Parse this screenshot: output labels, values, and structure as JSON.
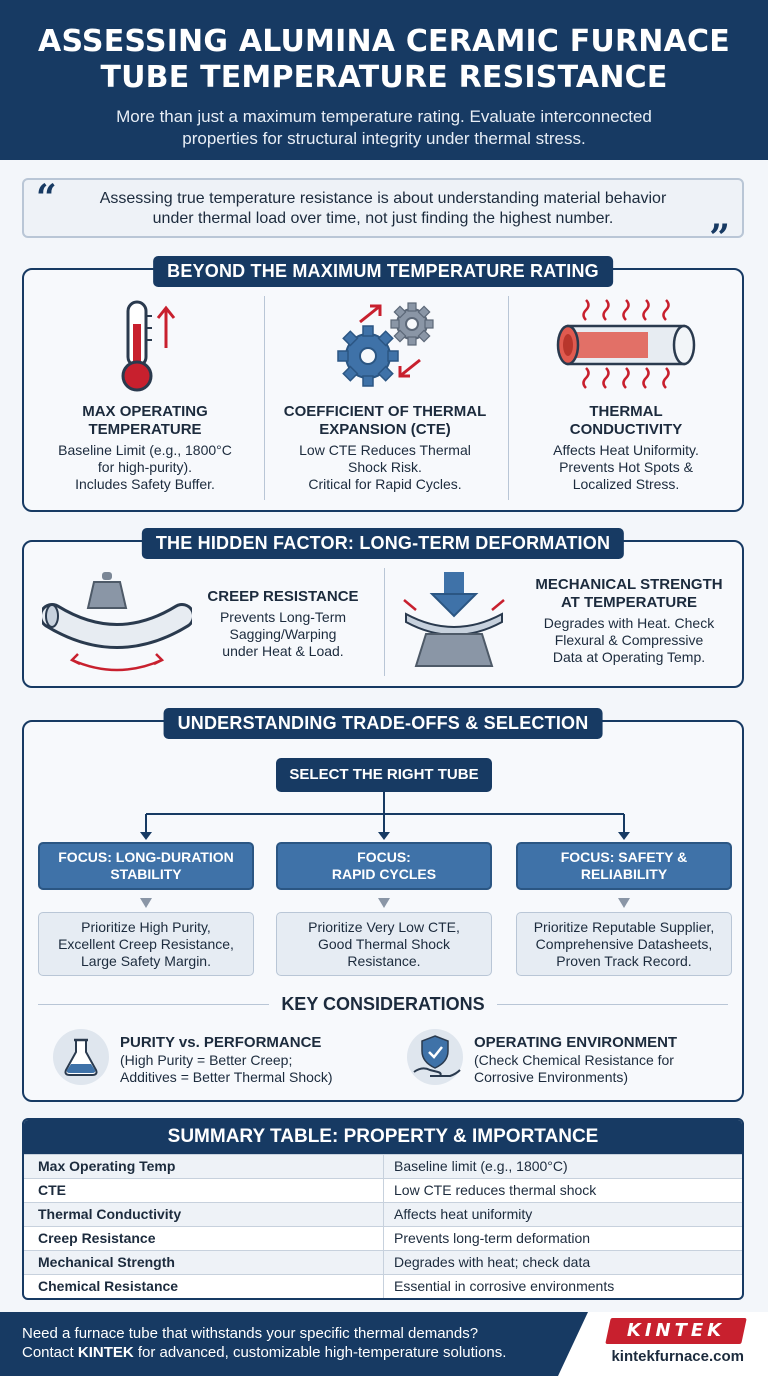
{
  "header": {
    "title_line1": "ASSESSING ALUMINA CERAMIC FURNACE",
    "title_line2": "TUBE TEMPERATURE RESISTANCE",
    "subtitle_line1": "More than just a maximum temperature rating. Evaluate interconnected",
    "subtitle_line2": "properties for structural integrity under thermal stress."
  },
  "quote": {
    "line1": "Assessing true temperature resistance is about understanding material behavior",
    "line2": "under thermal load over time, not just finding the highest number."
  },
  "beyond": {
    "heading": "BEYOND THE MAXIMUM TEMPERATURE RATING",
    "items": [
      {
        "title1": "MAX OPERATING",
        "title2": "TEMPERATURE",
        "l1": "Baseline Limit (e.g., 1800°C",
        "l2": "for high-purity).",
        "l3": "Includes Safety Buffer.",
        "icon": "thermometer-icon"
      },
      {
        "title1": "COEFFICIENT OF THERMAL",
        "title2": "EXPANSION (CTE)",
        "l1": "Low CTE Reduces Thermal",
        "l2": "Shock Risk.",
        "l3": "Critical for Rapid Cycles.",
        "icon": "gears-icon"
      },
      {
        "title1": "THERMAL",
        "title2": "CONDUCTIVITY",
        "l1": "Affects Heat Uniformity.",
        "l2": "Prevents Hot Spots &",
        "l3": "Localized Stress.",
        "icon": "heated-tube-icon"
      }
    ]
  },
  "hidden": {
    "heading": "THE HIDDEN FACTOR: LONG-TERM DEFORMATION",
    "creep": {
      "title": "CREEP RESISTANCE",
      "l1": "Prevents Long-Term",
      "l2": "Sagging/Warping",
      "l3": "under Heat & Load."
    },
    "strength": {
      "title1": "MECHANICAL STRENGTH",
      "title2": "AT TEMPERATURE",
      "l1": "Degrades with Heat. Check",
      "l2": "Flexural & Compressive",
      "l3": "Data at Operating Temp."
    }
  },
  "tradeoffs": {
    "heading": "UNDERSTANDING TRADE-OFFS & SELECTION",
    "select": "SELECT THE RIGHT TUBE",
    "focus": [
      {
        "t1": "FOCUS: LONG-DURATION",
        "t2": "STABILITY",
        "d1": "Prioritize High Purity,",
        "d2": "Excellent Creep Resistance,",
        "d3": "Large Safety Margin."
      },
      {
        "t1": "FOCUS:",
        "t2": "RAPID CYCLES",
        "d1": "Prioritize Very Low CTE,",
        "d2": "Good Thermal Shock",
        "d3": "Resistance."
      },
      {
        "t1": "FOCUS: SAFETY &",
        "t2": "RELIABILITY",
        "d1": "Prioritize Reputable Supplier,",
        "d2": "Comprehensive Datasheets,",
        "d3": "Proven Track Record."
      }
    ],
    "key_heading": "KEY CONSIDERATIONS",
    "purity": {
      "title": "PURITY vs. PERFORMANCE",
      "l1": "(High Purity = Better Creep;",
      "l2": "Additives = Better Thermal Shock)"
    },
    "environment": {
      "title": "OPERATING ENVIRONMENT",
      "l1": "(Check Chemical Resistance for",
      "l2": "Corrosive Environments)"
    }
  },
  "summary": {
    "heading": "SUMMARY TABLE: PROPERTY & IMPORTANCE",
    "rows": [
      {
        "property": "Max Operating Temp",
        "importance": "Baseline limit (e.g., 1800°C)"
      },
      {
        "property": "CTE",
        "importance": "Low CTE reduces thermal shock"
      },
      {
        "property": "Thermal Conductivity",
        "importance": "Affects heat uniformity"
      },
      {
        "property": "Creep Resistance",
        "importance": "Prevents long-term deformation"
      },
      {
        "property": "Mechanical Strength",
        "importance": "Degrades with heat; check data"
      },
      {
        "property": "Chemical Resistance",
        "importance": "Essential in corrosive environments"
      }
    ]
  },
  "footer": {
    "line1": "Need a furnace tube that withstands your specific thermal demands?",
    "line2_pre": "Contact ",
    "line2_brand": "KINTEK",
    "line2_post": " for advanced, customizable high-temperature solutions.",
    "logo": "KINTEK",
    "site": "kintekfurnace.com"
  },
  "colors": {
    "navy": "#173a63",
    "accent_blue": "#3f72a8",
    "red": "#c8202e",
    "panel_bg": "#f7f9fc"
  }
}
